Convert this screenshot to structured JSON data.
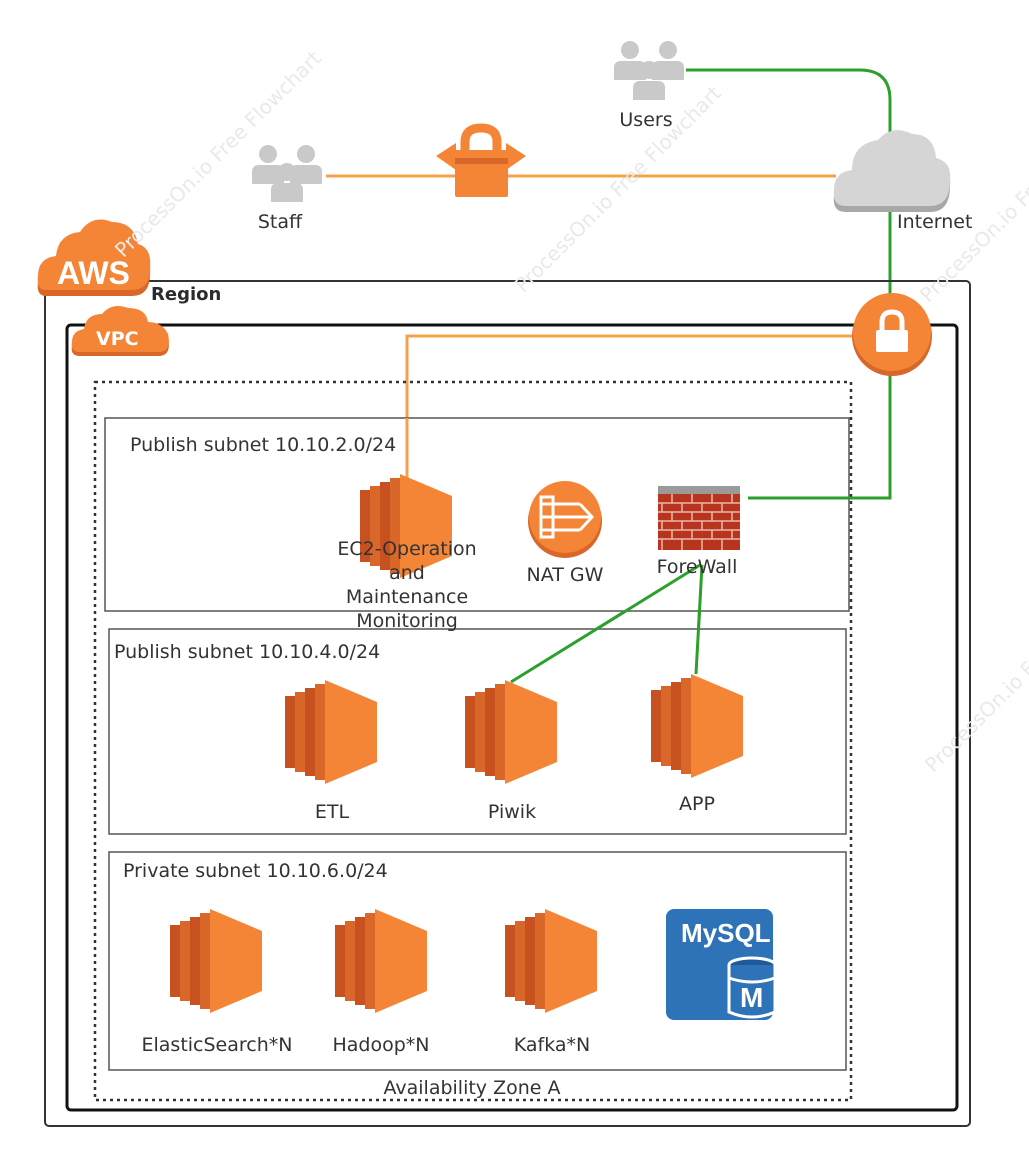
{
  "watermark": "ProcessOn.io Free Flowchart",
  "nodes": {
    "users": "Users",
    "staff": "Staff",
    "internet": "Internet",
    "aws": "AWS",
    "region": "Region",
    "vpc": "VPC",
    "availability_zone": "Availability Zone A"
  },
  "subnets": [
    {
      "label": "Publish subnet 10.10.2.0/24"
    },
    {
      "label": "Publish subnet 10.10.4.0/24"
    },
    {
      "label": "Private subnet 10.10.6.0/24"
    }
  ],
  "services": {
    "ec2_ops": [
      "EC2-Operation",
      "and",
      "Maintenance",
      "Monitoring"
    ],
    "nat_gw": "NAT GW",
    "firewall": "ForeWall",
    "etl": "ETL",
    "piwik": "Piwik",
    "app": "APP",
    "elasticsearch": "ElasticSearch*N",
    "hadoop": "Hadoop*N",
    "kafka": "Kafka*N",
    "mysql": "MySQL",
    "mysql_badge": "M"
  },
  "colors": {
    "aws_orange": "#F58536",
    "orange_dark": "#D9672A",
    "green_link": "#2CA02C",
    "orange_link": "#F5A04A",
    "mysql_blue": "#2E73B8",
    "cloud_gray": "#D5D5D5"
  }
}
